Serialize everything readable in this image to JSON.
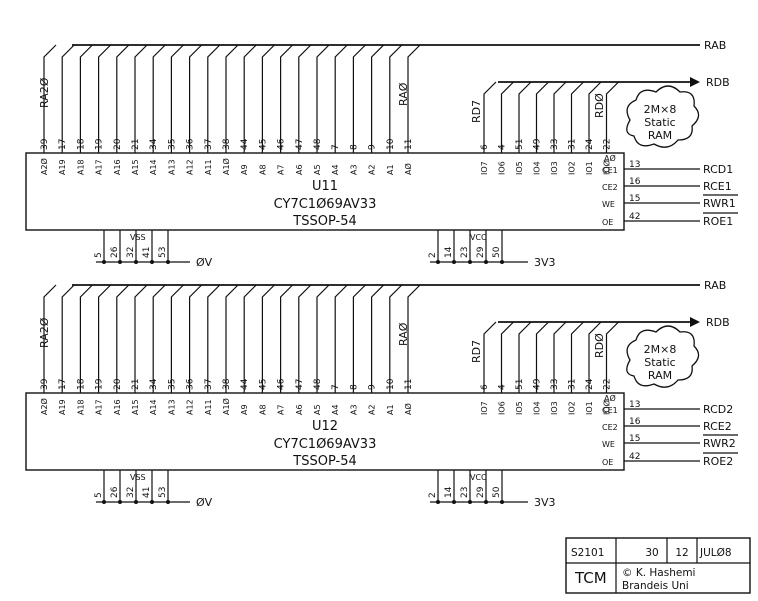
{
  "chips": [
    {
      "id": "u11",
      "refdes": "U11",
      "part": "CY7C1Ø69AV33",
      "package": "TSSOP-54",
      "addr_labels": [
        "A2Ø",
        "A19",
        "A18",
        "A17",
        "A16",
        "A15",
        "A14",
        "A13",
        "A12",
        "A11",
        "A1Ø",
        "A9",
        "A8",
        "A7",
        "A6",
        "A5",
        "A4",
        "A3",
        "A2",
        "A1",
        "AØ"
      ],
      "addr_pins": [
        "39",
        "17",
        "18",
        "19",
        "20",
        "21",
        "34",
        "35",
        "36",
        "37",
        "38",
        "44",
        "45",
        "46",
        "47",
        "48",
        "7",
        "8",
        "9",
        "10",
        "11"
      ],
      "data_labels": [
        "IO7",
        "IO6",
        "IO5",
        "IO4",
        "IO3",
        "IO2",
        "IO1",
        "IOØ"
      ],
      "data_pins": [
        "6",
        "4",
        "51",
        "49",
        "33",
        "31",
        "24",
        "22"
      ],
      "right_labels": [
        "AØ",
        "CE1",
        "CE2",
        "WE",
        "OE"
      ],
      "right_pins": [
        "13",
        "16",
        "15",
        "42"
      ],
      "signals": [
        "RCD1",
        "RCE1",
        "RWR1",
        "ROE1"
      ],
      "vss_label": "VSS",
      "vss_pins": [
        "5",
        "26",
        "32",
        "41",
        "53"
      ],
      "gnd_label": "ØV",
      "vcc_label": "VCC",
      "vcc_pins": [
        "2",
        "14",
        "23",
        "29",
        "50"
      ],
      "supply_label": "3V3",
      "rab": "RAB",
      "rdb": "RDB",
      "ra_high": "RA2Ø",
      "ra_low": "RAØ",
      "rd_high": "RD7",
      "rd_low": "RDØ",
      "ram_note": [
        "2M×8",
        "Static",
        "RAM"
      ]
    },
    {
      "id": "u12",
      "refdes": "U12",
      "part": "CY7C1Ø69AV33",
      "package": "TSSOP-54",
      "addr_labels": [
        "A2Ø",
        "A19",
        "A18",
        "A17",
        "A16",
        "A15",
        "A14",
        "A13",
        "A12",
        "A11",
        "A1Ø",
        "A9",
        "A8",
        "A7",
        "A6",
        "A5",
        "A4",
        "A3",
        "A2",
        "A1",
        "AØ"
      ],
      "addr_pins": [
        "39",
        "17",
        "18",
        "19",
        "20",
        "21",
        "34",
        "35",
        "36",
        "37",
        "38",
        "44",
        "45",
        "46",
        "47",
        "48",
        "7",
        "8",
        "9",
        "10",
        "11"
      ],
      "data_labels": [
        "IO7",
        "IO6",
        "IO5",
        "IO4",
        "IO3",
        "IO2",
        "IO1",
        "IOØ"
      ],
      "data_pins": [
        "6",
        "4",
        "51",
        "49",
        "33",
        "31",
        "24",
        "22"
      ],
      "right_labels": [
        "AØ",
        "CE1",
        "CE2",
        "WE",
        "OE"
      ],
      "right_pins": [
        "13",
        "16",
        "15",
        "42"
      ],
      "signals": [
        "RCD2",
        "RCE2",
        "RWR2",
        "ROE2"
      ],
      "vss_label": "VSS",
      "vss_pins": [
        "5",
        "26",
        "32",
        "41",
        "53"
      ],
      "gnd_label": "ØV",
      "vcc_label": "VCC",
      "vcc_pins": [
        "2",
        "14",
        "23",
        "29",
        "50"
      ],
      "supply_label": "3V3",
      "rab": "RAB",
      "rdb": "RDB",
      "ra_high": "RA2Ø",
      "ra_low": "RAØ",
      "rd_high": "RD7",
      "rd_low": "RDØ",
      "ram_note": [
        "2M×8",
        "Static",
        "RAM"
      ]
    }
  ],
  "title_block": {
    "sheet": "S2101",
    "day": "30",
    "month": "12",
    "year": "JULØ8",
    "project": "TCM",
    "author_line1": "© K. Hashemi",
    "author_line2": "Brandeis Uni"
  }
}
